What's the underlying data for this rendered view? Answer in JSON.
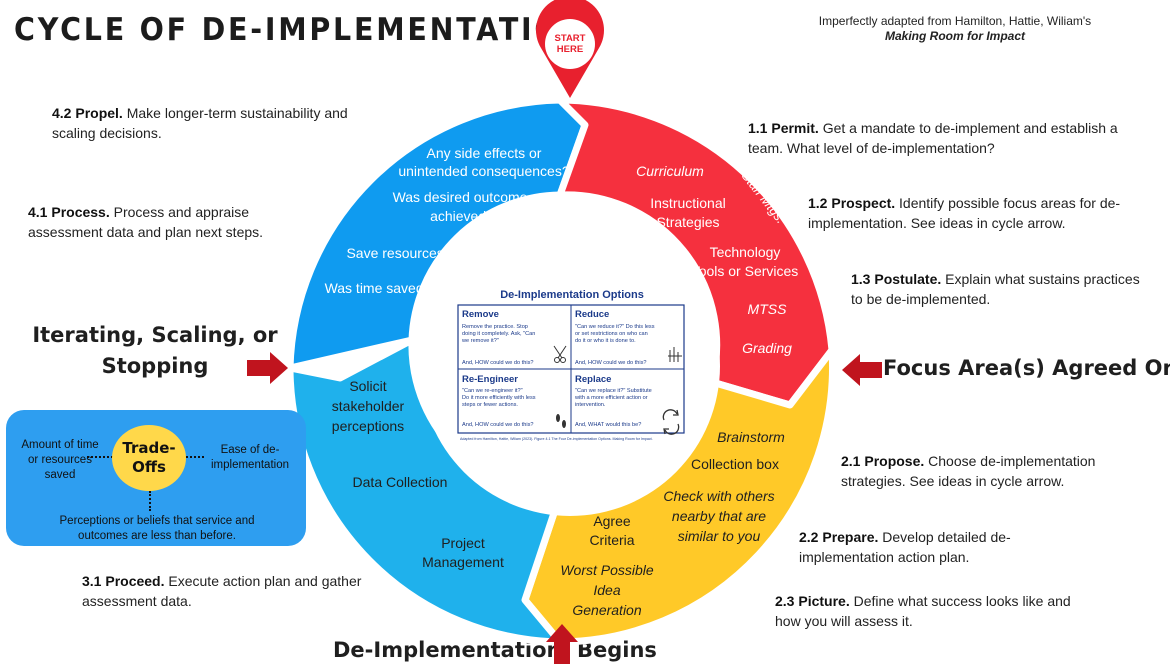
{
  "title": "CYCLE OF DE-IMPLEMENTATION",
  "credit": {
    "line1": "Imperfectly adapted from Hamilton, Hattie, Wiliam's",
    "line2": "Making Room for Impact"
  },
  "start_pin": {
    "line1": "START",
    "line2": "HERE"
  },
  "stages": {
    "s1_1": {
      "label": "1.1 Permit.",
      "text": "Get a mandate to de-implement and establish a team. What level of de-implementation?"
    },
    "s1_2": {
      "label": "1.2 Prospect.",
      "text": "Identify possible focus areas for de-implementation. See ideas in cycle arrow."
    },
    "s1_3": {
      "label": "1.3 Postulate.",
      "text": "Explain what sustains practices to be de-implemented."
    },
    "s2_1": {
      "label": "2.1 Propose.",
      "text": "Choose de-implementation strategies. See ideas in cycle arrow."
    },
    "s2_2": {
      "label": "2.2 Prepare.",
      "text": "Develop detailed de-implementation action plan."
    },
    "s2_3": {
      "label": "2.3 Picture.",
      "text": "Define what success looks like and how you will assess it."
    },
    "s3_1": {
      "label": "3.1 Proceed.",
      "text": "Execute action plan and gather assessment data."
    },
    "s4_1": {
      "label": "4.1 Process.",
      "text": "Process and appraise assessment data and plan next steps."
    },
    "s4_2": {
      "label": "4.2 Propel.",
      "text": "Make longer-term sustainability and scaling decisions."
    }
  },
  "side_labels": {
    "left_line1": "Iterating, Scaling, or",
    "left_line2": "Stopping",
    "right": "Focus Area(s) Agreed On",
    "bottom_left": "De-Implementation",
    "bottom_right": "Begins"
  },
  "segments": {
    "red": {
      "color": "#f5303e",
      "items": [
        "Curriculum",
        "Staff Mtgs.",
        "Instructional",
        "Strategies",
        "Technology",
        "Tools or Services",
        "MTSS",
        "Grading"
      ]
    },
    "yellow": {
      "color": "#ffc928",
      "items": [
        "Brainstorm",
        "Collection box",
        "Check with others",
        "nearby that are",
        "similar to you",
        "Agree",
        "Criteria",
        "Worst Possible",
        "Idea",
        "Generation"
      ]
    },
    "blue_lower": {
      "color": "#1fb1ec",
      "items": [
        "Solicit",
        "stakeholder",
        "perceptions",
        "Data Collection",
        "Project",
        "Management"
      ]
    },
    "blue_upper": {
      "color": "#0f9bf0",
      "items": [
        "Any side effects or",
        "unintended consequences?",
        "Was desired outcome",
        "achieved?",
        "Save resources?",
        "Was time saved?"
      ]
    }
  },
  "options_card": {
    "title": "De-Implementation Options",
    "cells": [
      {
        "heading": "Remove",
        "body": [
          "Remove the practice. Stop",
          "doing it completely. Ask, \"Can",
          "we remove it?\""
        ],
        "footer": "And, HOW could we do this?"
      },
      {
        "heading": "Reduce",
        "body": [
          "\"Can we reduce it?\" Do this less",
          "or set restrictions on who can",
          "do it or who it is done to."
        ],
        "footer": "And, HOW could we do this?"
      },
      {
        "heading": "Re-Engineer",
        "body": [
          "\"Can we re-engineer it?\"",
          "Do it more efficiently with less",
          "steps or fewer actions."
        ],
        "footer": "And, HOW could we do this?"
      },
      {
        "heading": "Replace",
        "body": [
          "\"Can we replace it?\" Substitute",
          "with a more efficient action or",
          "intervention."
        ],
        "footer": "And, WHAT would this be?"
      }
    ],
    "source_note": "Adapted from Hamilton, Hattie, Wiliam (2023). Figure 4.1 The Four De-implementation Options. Making Room for Impact."
  },
  "tradeoffs": {
    "center_line1": "Trade-",
    "center_line2": "Offs",
    "left": [
      "Amount of time",
      "or resources",
      "saved"
    ],
    "right": [
      "Ease of de-",
      "implementation"
    ],
    "bottom": [
      "Perceptions or beliefs that service and",
      "outcomes are less than before."
    ]
  }
}
